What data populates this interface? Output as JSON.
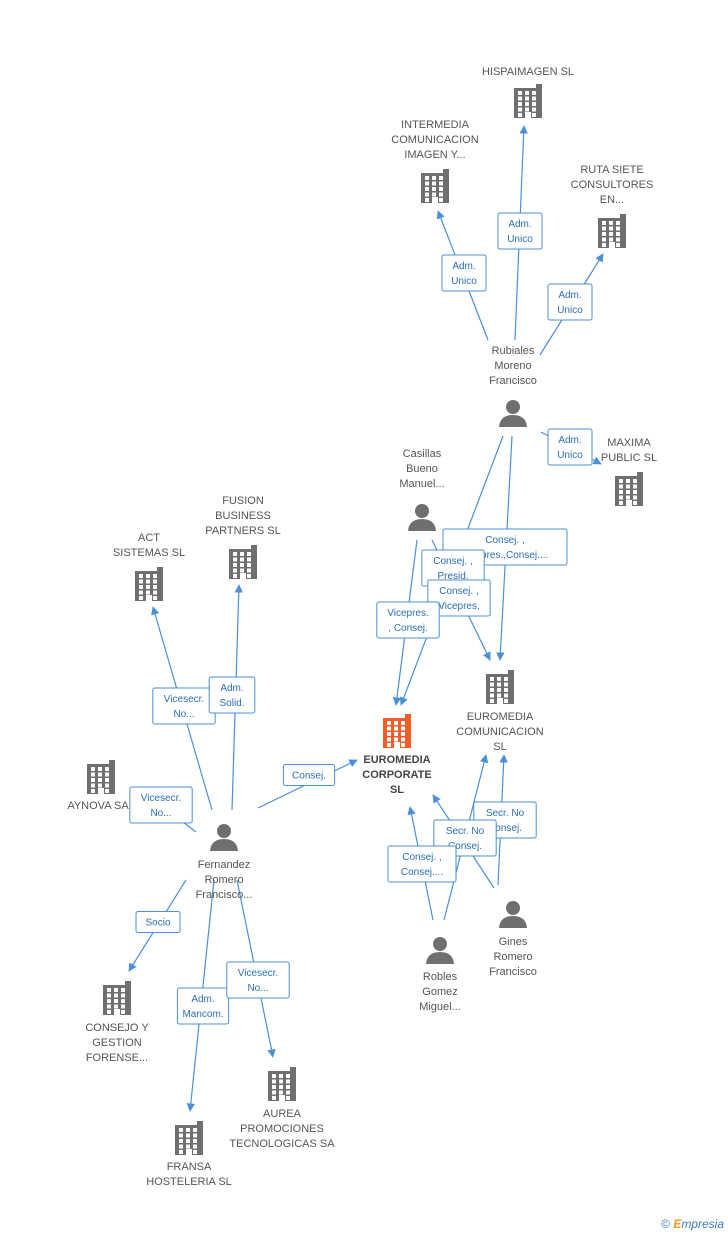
{
  "nodes": [
    {
      "id": "hispaimagen",
      "type": "company",
      "label": [
        "HISPAIMAGEN SL"
      ]
    },
    {
      "id": "intermedia",
      "type": "company",
      "label": [
        "INTERMEDIA",
        "COMUNICACION",
        "IMAGEN Y..."
      ]
    },
    {
      "id": "rutasiete",
      "type": "company",
      "label": [
        "RUTA SIETE",
        "CONSULTORES",
        "EN..."
      ]
    },
    {
      "id": "rubiales",
      "type": "person",
      "label": [
        "Rubiales",
        "Moreno",
        "Francisco"
      ]
    },
    {
      "id": "maxima",
      "type": "company",
      "label": [
        "MAXIMA",
        "PUBLIC SL"
      ]
    },
    {
      "id": "casillas",
      "type": "person",
      "label": [
        "Casillas",
        "Bueno",
        "Manuel..."
      ]
    },
    {
      "id": "fusion",
      "type": "company",
      "label": [
        "FUSION",
        "BUSINESS",
        "PARTNERS SL"
      ]
    },
    {
      "id": "act",
      "type": "company",
      "label": [
        "ACT",
        "SISTEMAS SL"
      ]
    },
    {
      "id": "euromedia_com",
      "type": "company",
      "label": [
        "EUROMEDIA",
        "COMUNICACION",
        "SL"
      ]
    },
    {
      "id": "euromedia_corp",
      "type": "company",
      "focus": true,
      "label": [
        "EUROMEDIA",
        "CORPORATE",
        "SL"
      ]
    },
    {
      "id": "aynova",
      "type": "company",
      "label": [
        "AYNOVA SA"
      ]
    },
    {
      "id": "fernandez",
      "type": "person",
      "label": [
        "Fernandez",
        "Romero",
        "Francisco..."
      ]
    },
    {
      "id": "gines",
      "type": "person",
      "label": [
        "Gines",
        "Romero",
        "Francisco"
      ]
    },
    {
      "id": "robles",
      "type": "person",
      "label": [
        "Robles",
        "Gomez",
        "Miguel..."
      ]
    },
    {
      "id": "consejo",
      "type": "company",
      "label": [
        "CONSEJO Y",
        "GESTION",
        "FORENSE..."
      ]
    },
    {
      "id": "aurea",
      "type": "company",
      "label": [
        "AUREA",
        "PROMOCIONES",
        "TECNOLOGICAS SA"
      ]
    },
    {
      "id": "fransa",
      "type": "company",
      "label": [
        "FRANSA",
        "HOSTELERIA SL"
      ]
    }
  ],
  "edges": [
    {
      "from": "rubiales",
      "to": "hispaimagen",
      "role": [
        "Adm.",
        "Unico"
      ]
    },
    {
      "from": "rubiales",
      "to": "intermedia",
      "role": [
        "Adm.",
        "Unico"
      ]
    },
    {
      "from": "rubiales",
      "to": "rutasiete",
      "role": [
        "Adm.",
        "Unico"
      ]
    },
    {
      "from": "rubiales",
      "to": "maxima",
      "role": [
        "Adm.",
        "Unico"
      ]
    },
    {
      "from": "rubiales",
      "to": "euromedia_com",
      "role": [
        "Consej. ,",
        "Vicepres.,Consej...."
      ]
    },
    {
      "from": "rubiales",
      "to": "euromedia_corp",
      "role": [
        "Consej. ,",
        "Presid."
      ]
    },
    {
      "from": "casillas",
      "to": "euromedia_com",
      "role": [
        "Consej. ,",
        "Vicepres."
      ]
    },
    {
      "from": "casillas",
      "to": "euromedia_corp",
      "role": [
        "Vicepres.",
        ", Consej."
      ]
    },
    {
      "from": "fernandez",
      "to": "act",
      "role": [
        "Vicesecr.",
        "No..."
      ]
    },
    {
      "from": "fernandez",
      "to": "fusion",
      "role": [
        "Adm.",
        "Solid."
      ]
    },
    {
      "from": "fernandez",
      "to": "aynova",
      "role": [
        "Vicesecr.",
        "No..."
      ]
    },
    {
      "from": "fernandez",
      "to": "euromedia_corp",
      "role": [
        "Consej."
      ]
    },
    {
      "from": "fernandez",
      "to": "consejo",
      "role": [
        "Socio"
      ]
    },
    {
      "from": "fernandez",
      "to": "fransa",
      "role": [
        "Adm.",
        "Mancom."
      ]
    },
    {
      "from": "fernandez",
      "to": "aurea",
      "role": [
        "Vicesecr.",
        "No..."
      ]
    },
    {
      "from": "gines",
      "to": "euromedia_com",
      "role": [
        "Secr.  No",
        "Consej."
      ]
    },
    {
      "from": "gines",
      "to": "euromedia_corp",
      "role": [
        "Secr.  No",
        "Consej."
      ]
    },
    {
      "from": "robles",
      "to": "euromedia_com",
      "role": [
        ""
      ]
    },
    {
      "from": "robles",
      "to": "euromedia_corp",
      "role": [
        "Consej. ,",
        "Consej...."
      ]
    }
  ],
  "footer": {
    "copyright": "©",
    "brand_e": "E",
    "brand_rest": "mpresia"
  },
  "colors": {
    "edge": "#4a90d9",
    "node": "#6f6f6f",
    "focus": "#f25c29"
  }
}
